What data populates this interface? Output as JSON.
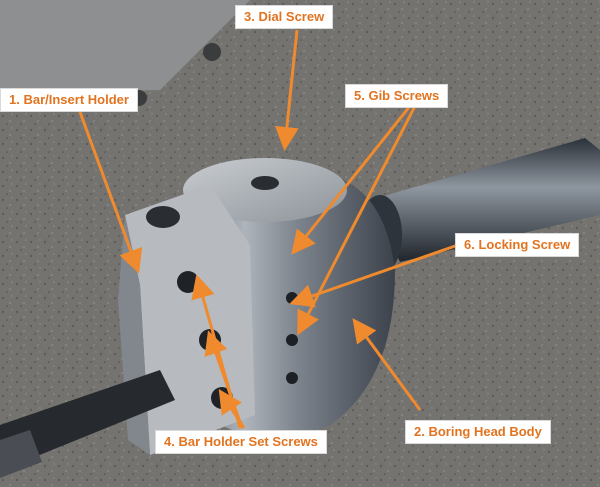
{
  "labels": {
    "bar_insert_holder": "1.  Bar/Insert Holder",
    "boring_head_body": "2. Boring Head Body",
    "dial_screw": "3. Dial Screw",
    "bar_holder_set_screws": "4. Bar Holder Set Screws",
    "gib_screws": "5. Gib Screws",
    "locking_screw": "6. Locking Screw"
  },
  "colors": {
    "label_text": "#e2731f",
    "arrow": "#ef8a2e",
    "label_background": "#ffffff",
    "granite": "#6f6e6c",
    "steel": "#9aa0a6"
  }
}
